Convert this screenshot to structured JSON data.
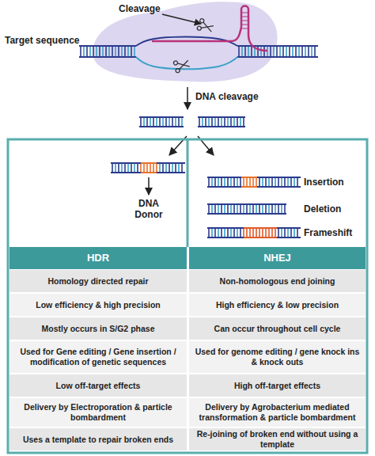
{
  "diagram": {
    "labels": [
      "Cleavage",
      "Target sequence",
      "DNA cleavage",
      "DNA Donor",
      "Insertion",
      "Deletion",
      "Frameshift",
      "HDR",
      "NHEJ",
      "Homology directed repair",
      "Non-homologous end joining",
      "Low efficiency & high precision",
      "High efficiency & low precision",
      "Mostly occurs in S/G2 phase",
      "Can occur throughout cell cycle",
      "Used for Gene editing / Gene insertion / modification of genetic sequences",
      "Used for genome editing / gene knock ins & knock outs",
      "Low off-target effects",
      "High off-target effects",
      "Delivery by Electroporation & particle bombardment",
      "Delivery by Agrobacterium mediated transformation & particle bombardment",
      "Uses a template to repair broken ends",
      "Re-joining of broken end without using a template"
    ]
  }
}
